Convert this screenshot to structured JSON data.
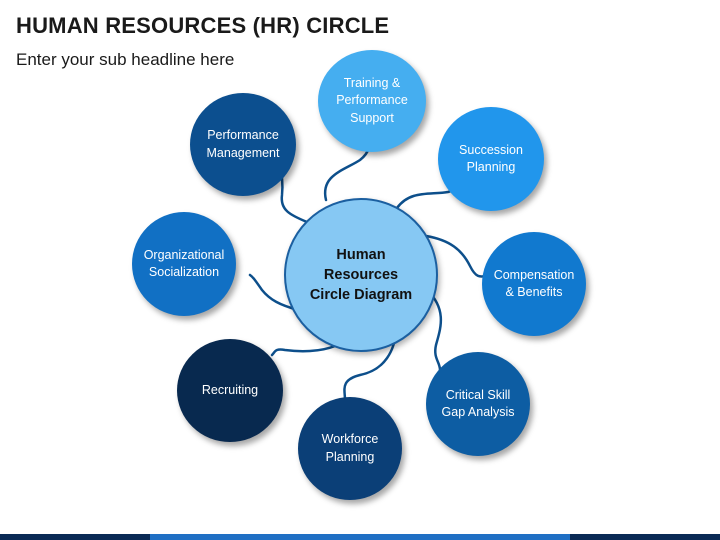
{
  "title": "HUMAN RESOURCES (HR) CIRCLE",
  "subtitle": "Enter your sub headline here",
  "center_label": "Human Resources Circle Diagram",
  "nodes": [
    {
      "label": "Training & Performance Support",
      "color": "#45aef0"
    },
    {
      "label": "Succession Planning",
      "color": "#2196ec"
    },
    {
      "label": "Compensation & Benefits",
      "color": "#1179cf"
    },
    {
      "label": "Critical Skill Gap Analysis",
      "color": "#0d5da3"
    },
    {
      "label": "Workforce Planning",
      "color": "#0b3f77"
    },
    {
      "label": "Recruiting",
      "color": "#08294f"
    },
    {
      "label": "Organizational Socialization",
      "color": "#1170c4"
    },
    {
      "label": "Performance Management",
      "color": "#0c4f8f"
    }
  ],
  "colors": {
    "center_fill": "#86c8f3",
    "center_border": "#1b5fa0",
    "connector": "#0d4f8b",
    "bottom_bar": [
      "#0b2a55",
      "#1f6fc4",
      "#0b2a55"
    ]
  }
}
